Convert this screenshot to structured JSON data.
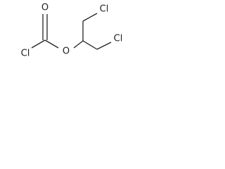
{
  "molecule": {
    "atoms": {
      "carbonyl_oxygen": "O",
      "acyl_chlorine": "Cl",
      "ester_oxygen": "O",
      "top_chlorine": "Cl",
      "bottom_chlorine": "Cl"
    }
  },
  "colors": {
    "ink": "#222222",
    "background": "#ffffff"
  }
}
